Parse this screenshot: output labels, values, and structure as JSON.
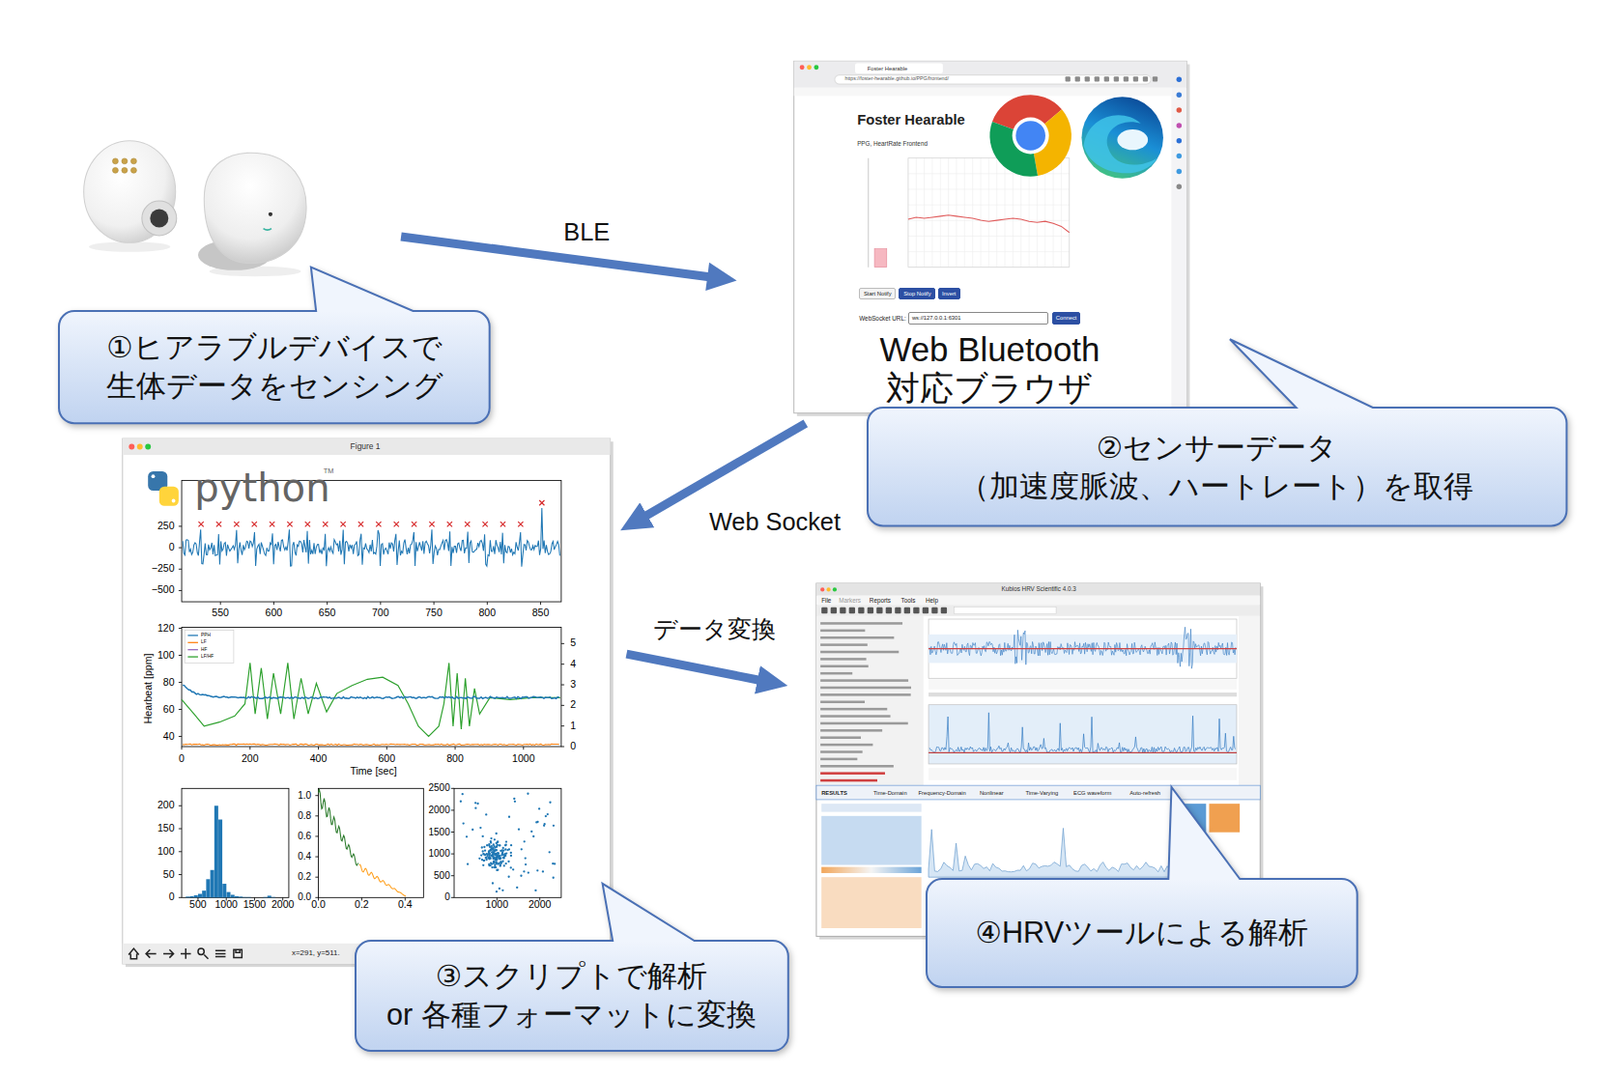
{
  "diagram": {
    "nodes": [
      {
        "text": [
          "①ヒアラブルデバイスで 生体データをセンシング"
        ]
      },
      {
        "text": [
          "Foster Hearable",
          "PPG, HeartRate Frontend",
          "Web Bluetooth 対応ブラウザ"
        ]
      },
      {
        "text": [
          "Start Notify"
        ],
        "in": 1
      },
      {
        "text": [
          "Stop Notify"
        ],
        "in": 1
      },
      {
        "text": [
          "Invert"
        ],
        "in": 1
      },
      {
        "text": [
          "ws://127.0.0.1:6301"
        ],
        "in": 1
      },
      {
        "text": [
          "Connect"
        ],
        "in": 1
      },
      {
        "text": [
          "②センサーデータ （加速度脈波、ハートレート）を取得"
        ]
      },
      {
        "text": [
          "Figure 1"
        ]
      },
      {
        "text": [
          "③スクリプトで解析 or 各種フォーマットに変換"
        ]
      },
      {
        "text": [
          "Kubios HRV Scientific 4.0.3"
        ]
      },
      {
        "text": [
          "④HRVツールによる解析"
        ]
      }
    ],
    "edges": [
      {
        "from": 1,
        "to": 8,
        "label": "Web Socket",
        "arrow": "to"
      },
      {
        "from": 8,
        "to": 10,
        "label": "データ変換",
        "arrow": "to"
      }
    ],
    "labels": [
      "BLE",
      "Foster Hearable",
      "https://foster-hearable.github.io/PPG/frontend/",
      "WebSocket URL:",
      "python",
      "TM",
      "250",
      "0",
      "−250",
      "−500",
      "550",
      "600",
      "650",
      "700",
      "750",
      "800",
      "850",
      "120",
      "100",
      "80",
      "60",
      "40",
      "5",
      "4",
      "3",
      "2",
      "1",
      "0",
      "0",
      "200",
      "400",
      "600",
      "800",
      "1000",
      "Time [sec]",
      "Hearbeat [ppm]",
      "200",
      "150",
      "100",
      "50",
      "0",
      "500",
      "1000",
      "1500",
      "2000",
      "1.0",
      "0.8",
      "0.6",
      "0.4",
      "0.2",
      "0.0",
      "0.0",
      "0.2",
      "0.4",
      "2500",
      "2000",
      "1500",
      "1000",
      "500",
      "0",
      "1000",
      "2000",
      "x=291, y=511.",
      "File",
      "Markers",
      "Reports",
      "Tools",
      "Help",
      "RESULTS",
      "Time-Domain",
      "Frequency-Domain",
      "Nonlinear",
      "Time-Varying",
      "ECG waveform",
      "Auto-refresh"
    ],
    "legend": [
      {
        "text": "PPH"
      },
      {
        "text": "LF"
      },
      {
        "text": "HF"
      },
      {
        "text": "LF/HF"
      }
    ]
  }
}
